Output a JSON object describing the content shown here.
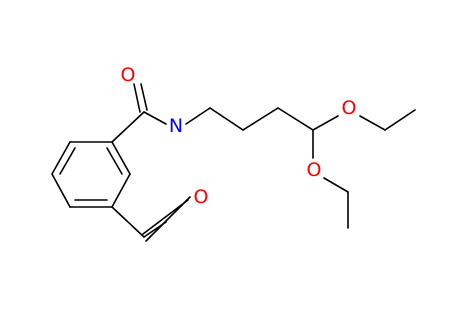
{
  "colors": {
    "background": "#ffffff",
    "bond": "#000000",
    "nitrogen": "#0000ff",
    "oxygen": "#ff0000"
  },
  "atoms": {
    "o_top": "O",
    "o_bottom": "O",
    "n": "N",
    "o_right": "O",
    "o_lower": "O"
  }
}
